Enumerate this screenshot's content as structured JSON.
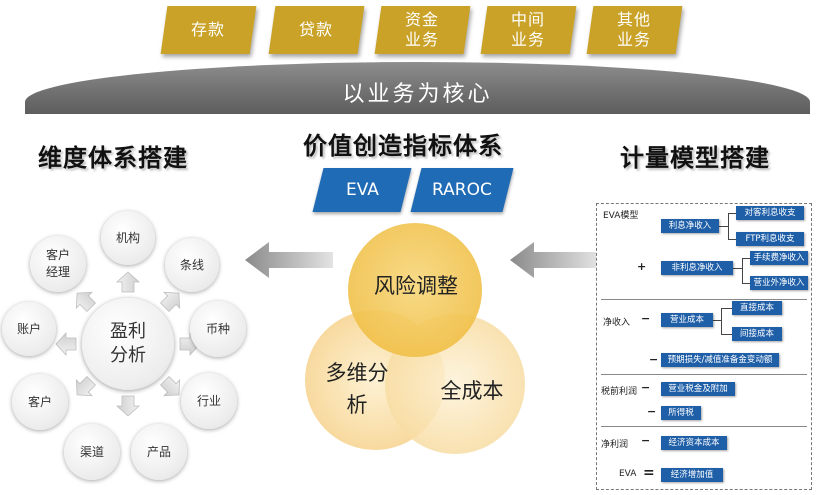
{
  "business_blocks": [
    "存款",
    "贷款",
    "资金\n业务",
    "中间\n业务",
    "其他\n业务"
  ],
  "band_text": "以业务为核心",
  "left": {
    "title": "维度体系搭建",
    "center": "盈利\n分析",
    "dimensions": [
      "机构",
      "条线",
      "币种",
      "行业",
      "产品",
      "渠道",
      "客户",
      "账户",
      "客户\n经理"
    ]
  },
  "middle": {
    "title": "价值创造指标体系",
    "tags": [
      "EVA",
      "RAROC"
    ],
    "venn": [
      "风险调整",
      "多维分\n析",
      "全成本"
    ],
    "colors": {
      "top": "#f3c85a",
      "left": "#f7d890",
      "right": "#f9e0a8"
    }
  },
  "right": {
    "title": "计量模型搭建",
    "model": {
      "eva_label": "EVA模型",
      "net_interest": "利息净收入",
      "client_interest": "对客利息收支",
      "ftp_interest": "FTP利息收支",
      "plus": "+",
      "non_interest": "非利息净收入",
      "fee_income": "手续费净收入",
      "non_operating": "营业外净收入",
      "net_income_label": "净收入",
      "minus": "−",
      "operating_cost": "营业成本",
      "direct_cost": "直接成本",
      "indirect_cost": "间接成本",
      "expected_loss": "预期损失/减值准备金变动额",
      "pretax_label": "税前利润",
      "tax_surcharge": "营业税金及附加",
      "income_tax": "所得税",
      "net_profit_label": "净利润",
      "economic_capital_cost": "经济资本成本",
      "eva_short": "EVA",
      "equals": "=",
      "eva_value": "经济增加值"
    }
  }
}
